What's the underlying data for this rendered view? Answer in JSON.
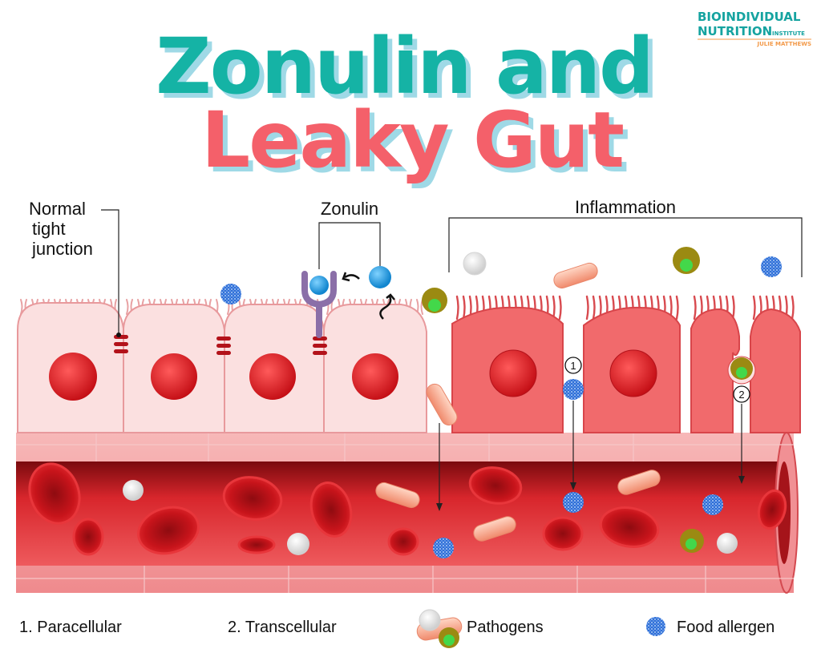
{
  "title": {
    "line1": "Zonulin and",
    "line2": "Leaky Gut"
  },
  "logo": {
    "line1": "BIOINDIVIDUAL",
    "line2": "NUTRITION",
    "institute": "INSTITUTE",
    "author": "JULIE MATTHEWS"
  },
  "labels": {
    "normal_line1": "Normal",
    "normal_line2": "tight",
    "normal_line3": "junction",
    "zonulin": "Zonulin",
    "inflammation": "Inflammation",
    "marker_1": "1",
    "marker_2": "2"
  },
  "legend": {
    "paracellular": "1. Paracellular",
    "transcellular": "2. Transcellular",
    "pathogens": "Pathogens",
    "food_allergen": "Food allergen"
  },
  "colors": {
    "title_teal": "#15b3a5",
    "title_coral": "#f4606a",
    "title_shadow": "#9fd9e6",
    "healthy_cell": "#fbe0e0",
    "inflamed_cell": "#f16a6c",
    "nucleus": "#e41e26",
    "vessel": "#e8232b",
    "zonulin_ball": "#1e9fe0",
    "receptor": "#8b6fa8",
    "allergen": "#2f6fd6",
    "pathogen_olive": "#9b8a12",
    "pathogen_green": "#43d84a",
    "bacterium": "#f6a58c"
  }
}
